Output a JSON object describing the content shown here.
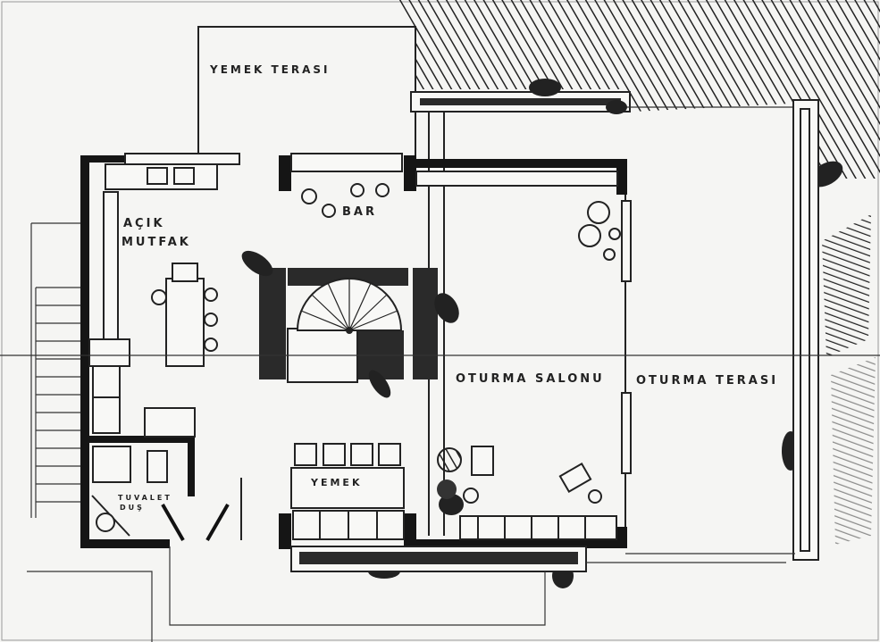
{
  "title": "Floor plan sketch",
  "rooms": {
    "dining_terrace": "YEMEK TERASI",
    "kitchen_line1": "AÇIK",
    "kitchen_line2": "MUTFAK",
    "bar": "BAR",
    "living_room": "OTURMA SALONU",
    "living_terrace": "OTURMA TERASI",
    "dining": "YEMEK",
    "wc_line1": "TUVALET",
    "wc_line2": "DUŞ"
  },
  "colors": {
    "ink": "#151515",
    "paper": "#f5f5f3"
  }
}
